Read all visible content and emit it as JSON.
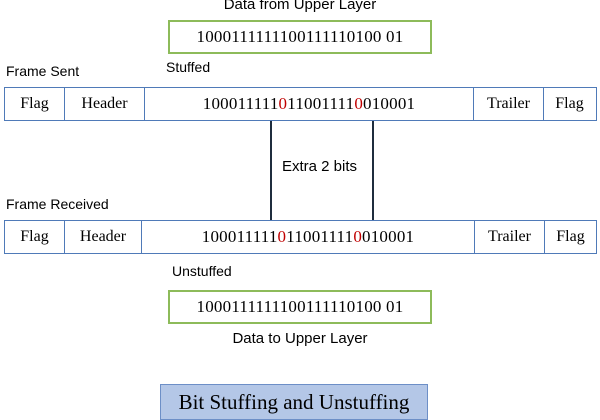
{
  "top_label": "Data from Upper Layer",
  "top_data": "1000111111100111110100 01",
  "frame_sent_label": "Frame Sent",
  "stuffed_label": "Stuffed",
  "sent_frame": {
    "flag_left": "Flag",
    "header": "Header",
    "data_part1": "100011111",
    "data_bit1": "0",
    "data_part2": "11001111",
    "data_bit2": "0",
    "data_part3": "010001",
    "trailer": "Trailer",
    "flag_right": "Flag"
  },
  "extra_label": "Extra 2 bits",
  "frame_received_label": "Frame Received",
  "received_frame": {
    "flag_left": "Flag",
    "header": "Header",
    "data_part1": "100011111",
    "data_bit1": "0",
    "data_part2": "11001111",
    "data_bit2": "0",
    "data_part3": "010001",
    "trailer": "Trailer",
    "flag_right": "Flag"
  },
  "unstuffed_label": "Unstuffed",
  "bottom_data": "1000111111100111110100 01",
  "bottom_label": "Data to Upper Layer",
  "title": "Bit Stuffing and Unstuffing",
  "colors": {
    "green_border": "#8dbb5a",
    "frame_border": "#4f7ab8",
    "stuffed_bit": "#c00000",
    "title_fill": "#b4c7e7"
  }
}
